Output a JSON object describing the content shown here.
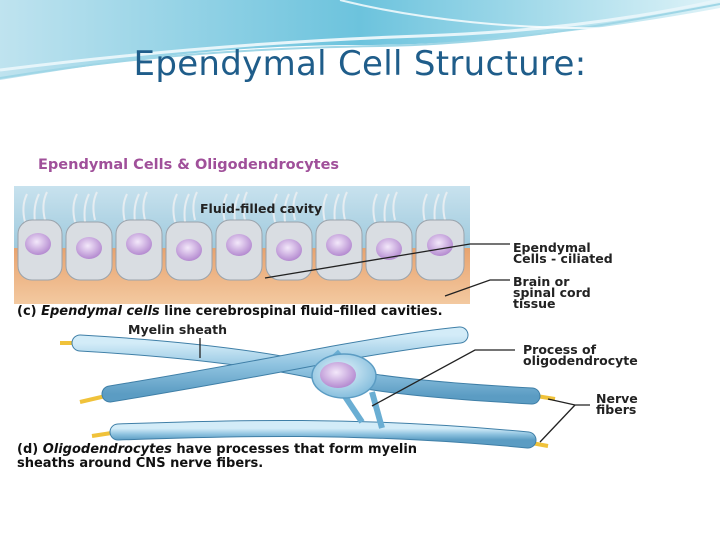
{
  "slide": {
    "title": "Ependymal Cell Structure",
    "title_colon": ":"
  },
  "figure": {
    "heading": "Ependymal Cells & Oligodendrocytes",
    "labels": {
      "cavity": "Fluid-filled cavity",
      "ependymal_line1": "Ependymal",
      "ependymal_line2": "Cells - ciliated",
      "brain_line1": "Brain or",
      "brain_line2": "spinal cord",
      "brain_line3": "tissue",
      "myelin": "Myelin sheath",
      "process_line1": "Process of",
      "process_line2": "oligodendrocyte",
      "nerve_line1": "Nerve",
      "nerve_line2": "fibers"
    },
    "caption_c": {
      "prefix": "(c) ",
      "italic": "Ependymal cells",
      "rest": " line cerebrospinal fluid–filled cavities."
    },
    "caption_d": {
      "prefix": "(d) ",
      "italic": "Oligodendrocytes",
      "rest": " have processes that form myelin",
      "line2": "sheaths around CNS nerve fibers."
    }
  },
  "colors": {
    "title": "#1f5d8a",
    "heading": "#a0509a",
    "cavity_blue": "#a9cde0",
    "tissue_orange": "#e8a06b",
    "axon_blue": "#8fc3e0",
    "nucleus": "#c9a6dc"
  }
}
